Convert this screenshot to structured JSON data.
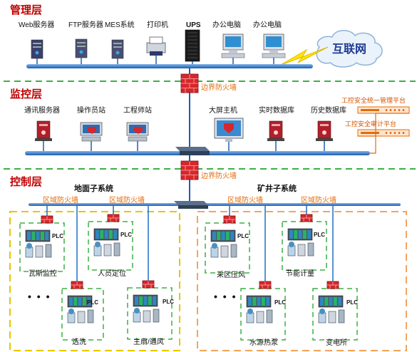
{
  "layers": {
    "management": "管理层",
    "monitoring": "监控层",
    "control": "控制层"
  },
  "management_nodes": [
    "Web服务器",
    "FTP服务器",
    "MES系统",
    "打印机",
    "UPS",
    "办公电脑",
    "办公电脑"
  ],
  "internet": "互联网",
  "border_firewall": "边界防火墙",
  "monitoring_nodes": [
    "通讯服务器",
    "操作员站",
    "工程师站",
    "大屏主机",
    "实时数据库",
    "历史数据库"
  ],
  "platforms": [
    "工控安全统一管理平台",
    "工控安全审计平台"
  ],
  "subsystems": {
    "ground": "地面子系统",
    "mine": "矿井子系统"
  },
  "zone_firewall": "区域防火墙",
  "plc": "PLC",
  "ellipsis": "• • •",
  "ground_units": [
    "瓦斯监控",
    "人员定位",
    "选洗",
    "主扇/通风"
  ],
  "mine_units": [
    "采区压风",
    "节能计量",
    "水源热泵",
    "变电所"
  ],
  "colors": {
    "layer_title": "#c00000",
    "bus_line": "#1f6fc5",
    "layer_divider": "#3cb043",
    "ground_zone": "#e8c500",
    "mine_zone": "#f4a460",
    "firewall": "#d9262a",
    "annotation": "#e46c0a"
  }
}
